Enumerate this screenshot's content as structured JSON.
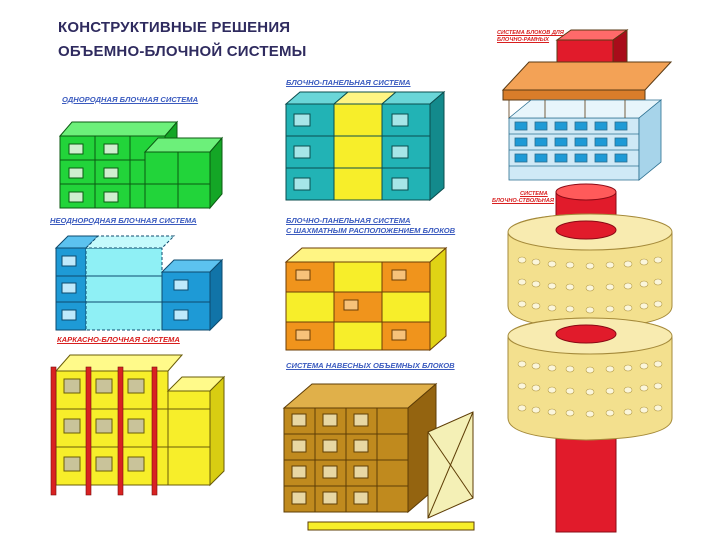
{
  "title": {
    "line1": "КОНСТРУКТИВНЫЕ РЕШЕНИЯ",
    "line2": "ОБЪЕМНО-БЛОЧНОЙ СИСТЕМЫ"
  },
  "labels": {
    "homogeneous": "ОДНОРОДНАЯ БЛОЧНАЯ СИСТЕМА",
    "block_panel": "БЛОЧНО-ПАНЕЛЬНАЯ СИСТЕМА",
    "heterogeneous": "НЕОДНОРОДНАЯ БЛОЧНАЯ СИСТЕМА",
    "block_panel_checker_1": "БЛОЧНО-ПАНЕЛЬНАЯ СИСТЕМА",
    "block_panel_checker_2": "С ШАХМАТНЫМ РАСПОЛОЖЕНИЕМ БЛОКОВ",
    "frame_block": "КАРКАСНО-БЛОЧНАЯ СИСТЕМА",
    "hanging_blocks": "СИСТЕМА НАВЕСНЫХ ОБЪЕМНЫХ БЛОКОВ",
    "top_right_1": "СИСТЕМА БЛОКОВ ДЛЯ",
    "top_right_2": "БЛОЧНО-РАМНЫХ",
    "barrel_1": "СИСТЕМА",
    "barrel_2": "БЛОЧНО-СТВОЛЬНАЯ"
  },
  "colors": {
    "title": "#2f2b5f",
    "label_blue": "#3b5bbf",
    "label_red": "#d81e1e",
    "green": "#22d43a",
    "teal": "#22b3b5",
    "yellow": "#f7ee2a",
    "cyan": "#8ff0f5",
    "blue_block": "#1e9ad6",
    "orange": "#f0941c",
    "frame_red": "#d82222",
    "brown": "#c08a1e",
    "tower_beige": "#f3e08e",
    "tower_red": "#e11b2b"
  }
}
